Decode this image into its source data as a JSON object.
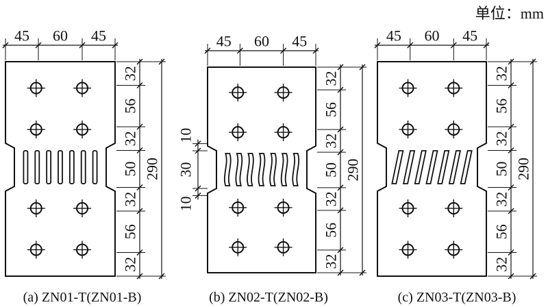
{
  "figure": {
    "unit_label": "单位：mm",
    "panels": [
      {
        "id": "a",
        "caption": "(a) ZN01-T(ZN01-B)",
        "slit_style": "straight",
        "top_dims": [
          "45",
          "60",
          "45"
        ],
        "right_dims": [
          "32",
          "56",
          "32",
          "50",
          "32",
          "56",
          "32"
        ],
        "total_height": "290",
        "left_dims": []
      },
      {
        "id": "b",
        "caption": "(b) ZN02-T(ZN02-B)",
        "slit_style": "curved",
        "top_dims": [
          "45",
          "60",
          "45"
        ],
        "right_dims": [
          "32",
          "56",
          "32",
          "50",
          "32",
          "56",
          "32"
        ],
        "total_height": "290",
        "left_dims": [
          "10",
          "30",
          "10"
        ]
      },
      {
        "id": "c",
        "caption": "(c) ZN03-T(ZN03-B)",
        "slit_style": "inclined",
        "top_dims": [
          "45",
          "60",
          "45"
        ],
        "right_dims": [
          "32",
          "56",
          "32",
          "50",
          "32",
          "56",
          "32"
        ],
        "total_height": "290",
        "left_dims": []
      }
    ]
  }
}
